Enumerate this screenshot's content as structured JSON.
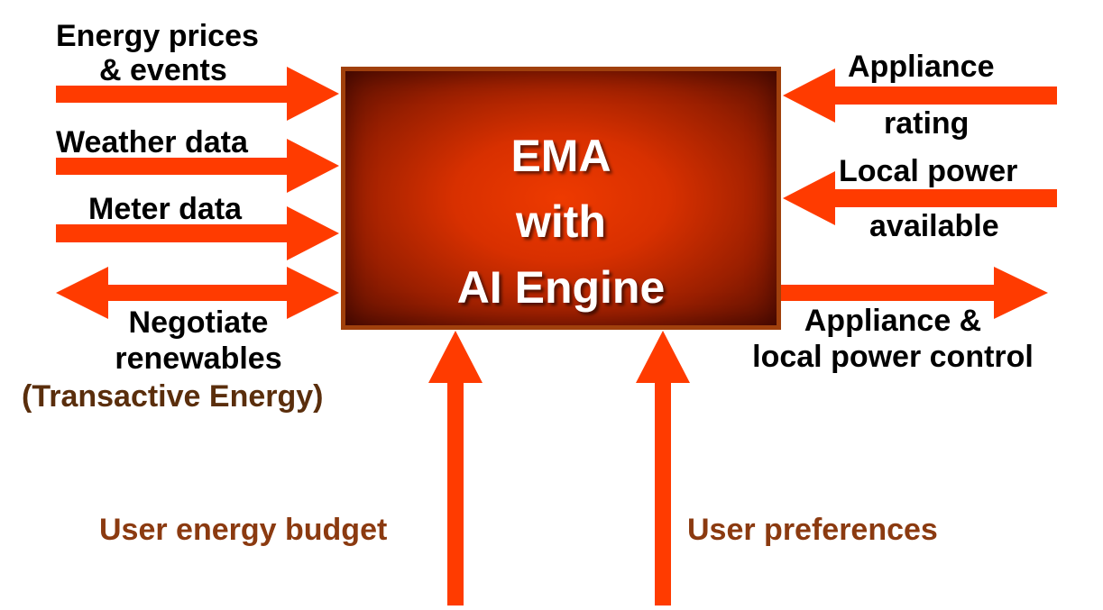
{
  "engine": {
    "lines": [
      "EMA",
      "with",
      "AI Engine"
    ]
  },
  "inputs_left": {
    "energy_prices": [
      "Energy prices",
      "& events"
    ],
    "weather": "Weather data",
    "meter": "Meter data",
    "negotiate": [
      "Negotiate",
      "renewables"
    ],
    "transactive": "(Transactive Energy)"
  },
  "inputs_right": {
    "appliance_rating": [
      "Appliance",
      "rating"
    ],
    "local_power": [
      "Local power",
      "available"
    ]
  },
  "outputs_right": {
    "control": [
      "Appliance &",
      "local power control"
    ]
  },
  "inputs_bottom": {
    "budget": "User energy budget",
    "preferences": "User preferences"
  },
  "colors": {
    "arrow": "#FF3B00",
    "box_border": "#A0400C",
    "brown_text": "#8B3A10",
    "dark_brown_text": "#5A2E0C"
  }
}
